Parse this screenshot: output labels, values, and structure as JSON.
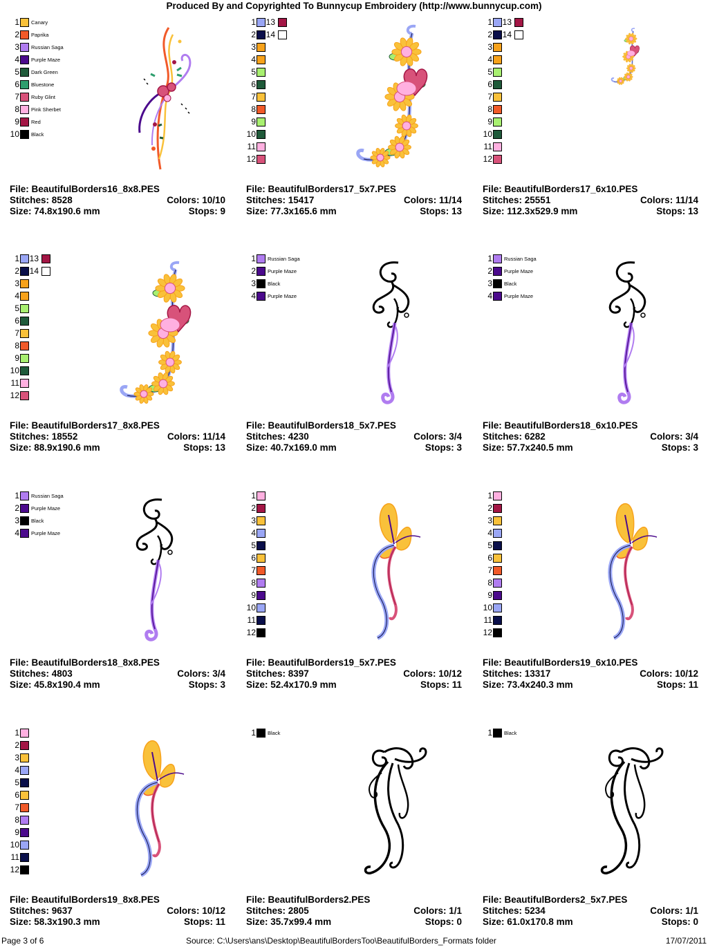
{
  "header": "Produced By and Copyrighted To Bunnycup Embroidery (http://www.bunnycup.com)",
  "labels": {
    "file": "File:",
    "stitches": "Stitches:",
    "size": "Size:",
    "colors": "Colors:",
    "stops": "Stops:"
  },
  "footer": {
    "page": "Page 3 of 6",
    "source": "Source: C:\\Users\\ans\\Desktop\\BeautifulBordersToo\\BeautifulBorders_Formats folder",
    "date": "17/07/2011"
  },
  "palette": {
    "canary": "#f9c13a",
    "paprika": "#f15a29",
    "russian_saga": "#b07cf0",
    "purple_maze": "#4b0a8c",
    "dark_green": "#1f5a3a",
    "bluestone": "#2e9e6e",
    "ruby_glint": "#d8527a",
    "pink_sherbet": "#ffb0e0",
    "red": "#a31645",
    "black": "#000000",
    "periwinkle": "#9aa6f5",
    "navy": "#0a0f4a",
    "orange": "#f7a21b",
    "lime": "#a8f070",
    "white": "#ffffff"
  },
  "designs": [
    {
      "file": "BeautifulBorders16_8x8.PES",
      "stitches": "8528",
      "colors": "10/10",
      "size": "74.8x190.6 mm",
      "stops": "9",
      "art": "floral-vine",
      "swatches": [
        {
          "n": "1",
          "c": "#f9c13a",
          "name": "Canary"
        },
        {
          "n": "2",
          "c": "#f15a29",
          "name": "Paprika"
        },
        {
          "n": "3",
          "c": "#b07cf0",
          "name": "Russian Saga"
        },
        {
          "n": "4",
          "c": "#4b0a8c",
          "name": "Purple Maze"
        },
        {
          "n": "5",
          "c": "#1f5a3a",
          "name": "Dark Green"
        },
        {
          "n": "6",
          "c": "#2e9e6e",
          "name": "Bluestone"
        },
        {
          "n": "7",
          "c": "#d8527a",
          "name": "Ruby Glint"
        },
        {
          "n": "8",
          "c": "#ffb0e0",
          "name": "Pink Sherbet"
        },
        {
          "n": "9",
          "c": "#a31645",
          "name": "Red"
        },
        {
          "n": "10",
          "c": "#000000",
          "name": "Black"
        }
      ],
      "swatches2": []
    },
    {
      "file": "BeautifulBorders17_5x7.PES",
      "stitches": "15417",
      "colors": "11/14",
      "size": "77.3x165.6 mm",
      "stops": "13",
      "art": "sunflower-heart",
      "swatches": [
        {
          "n": "1",
          "c": "#9aa6f5",
          "name": ""
        },
        {
          "n": "2",
          "c": "#0a0f4a",
          "name": ""
        },
        {
          "n": "3",
          "c": "#f7a21b",
          "name": ""
        },
        {
          "n": "4",
          "c": "#f7a21b",
          "name": ""
        },
        {
          "n": "5",
          "c": "#a8f070",
          "name": ""
        },
        {
          "n": "6",
          "c": "#1f5a3a",
          "name": ""
        },
        {
          "n": "7",
          "c": "#f9c13a",
          "name": ""
        },
        {
          "n": "8",
          "c": "#f15a29",
          "name": ""
        },
        {
          "n": "9",
          "c": "#a8f070",
          "name": ""
        },
        {
          "n": "10",
          "c": "#1f5a3a",
          "name": ""
        },
        {
          "n": "11",
          "c": "#ffb0e0",
          "name": ""
        },
        {
          "n": "12",
          "c": "#d8527a",
          "name": ""
        }
      ],
      "swatches2": [
        {
          "n": "13",
          "c": "#a31645",
          "name": ""
        },
        {
          "n": "14",
          "c": "#ffffff",
          "name": ""
        }
      ]
    },
    {
      "file": "BeautifulBorders17_6x10.PES",
      "stitches": "25551",
      "colors": "11/14",
      "size": "112.3x529.9 mm",
      "stops": "13",
      "art": "sunflower-small",
      "swatches": [
        {
          "n": "1",
          "c": "#9aa6f5",
          "name": ""
        },
        {
          "n": "2",
          "c": "#0a0f4a",
          "name": ""
        },
        {
          "n": "3",
          "c": "#f7a21b",
          "name": ""
        },
        {
          "n": "4",
          "c": "#f7a21b",
          "name": ""
        },
        {
          "n": "5",
          "c": "#a8f070",
          "name": ""
        },
        {
          "n": "6",
          "c": "#1f5a3a",
          "name": ""
        },
        {
          "n": "7",
          "c": "#f9c13a",
          "name": ""
        },
        {
          "n": "8",
          "c": "#f15a29",
          "name": ""
        },
        {
          "n": "9",
          "c": "#a8f070",
          "name": ""
        },
        {
          "n": "10",
          "c": "#1f5a3a",
          "name": ""
        },
        {
          "n": "11",
          "c": "#ffb0e0",
          "name": ""
        },
        {
          "n": "12",
          "c": "#d8527a",
          "name": ""
        }
      ],
      "swatches2": [
        {
          "n": "13",
          "c": "#a31645",
          "name": ""
        },
        {
          "n": "14",
          "c": "#ffffff",
          "name": ""
        }
      ]
    },
    {
      "file": "BeautifulBorders17_8x8.PES",
      "stitches": "18552",
      "colors": "11/14",
      "size": "88.9x190.6 mm",
      "stops": "13",
      "art": "sunflower-heart",
      "swatches": [
        {
          "n": "1",
          "c": "#9aa6f5",
          "name": ""
        },
        {
          "n": "2",
          "c": "#0a0f4a",
          "name": ""
        },
        {
          "n": "3",
          "c": "#f7a21b",
          "name": ""
        },
        {
          "n": "4",
          "c": "#f7a21b",
          "name": ""
        },
        {
          "n": "5",
          "c": "#a8f070",
          "name": ""
        },
        {
          "n": "6",
          "c": "#1f5a3a",
          "name": ""
        },
        {
          "n": "7",
          "c": "#f9c13a",
          "name": ""
        },
        {
          "n": "8",
          "c": "#f15a29",
          "name": ""
        },
        {
          "n": "9",
          "c": "#a8f070",
          "name": ""
        },
        {
          "n": "10",
          "c": "#1f5a3a",
          "name": ""
        },
        {
          "n": "11",
          "c": "#ffb0e0",
          "name": ""
        },
        {
          "n": "12",
          "c": "#d8527a",
          "name": ""
        }
      ],
      "swatches2": [
        {
          "n": "13",
          "c": "#a31645",
          "name": ""
        },
        {
          "n": "14",
          "c": "#ffffff",
          "name": ""
        }
      ]
    },
    {
      "file": "BeautifulBorders18_5x7.PES",
      "stitches": "4230",
      "colors": "3/4",
      "size": "40.7x169.0 mm",
      "stops": "3",
      "art": "swirl-purple",
      "swatches": [
        {
          "n": "1",
          "c": "#b07cf0",
          "name": "Russian Saga"
        },
        {
          "n": "2",
          "c": "#4b0a8c",
          "name": "Purple Maze"
        },
        {
          "n": "3",
          "c": "#000000",
          "name": "Black"
        },
        {
          "n": "4",
          "c": "#4b0a8c",
          "name": "Purple Maze"
        }
      ],
      "swatches2": []
    },
    {
      "file": "BeautifulBorders18_6x10.PES",
      "stitches": "6282",
      "colors": "3/4",
      "size": "57.7x240.5 mm",
      "stops": "3",
      "art": "swirl-purple",
      "swatches": [
        {
          "n": "1",
          "c": "#b07cf0",
          "name": "Russian Saga"
        },
        {
          "n": "2",
          "c": "#4b0a8c",
          "name": "Purple Maze"
        },
        {
          "n": "3",
          "c": "#000000",
          "name": "Black"
        },
        {
          "n": "4",
          "c": "#4b0a8c",
          "name": "Purple Maze"
        }
      ],
      "swatches2": []
    },
    {
      "file": "BeautifulBorders18_8x8.PES",
      "stitches": "4803",
      "colors": "3/4",
      "size": "45.8x190.4 mm",
      "stops": "3",
      "art": "swirl-purple",
      "swatches": [
        {
          "n": "1",
          "c": "#b07cf0",
          "name": "Russian Saga"
        },
        {
          "n": "2",
          "c": "#4b0a8c",
          "name": "Purple Maze"
        },
        {
          "n": "3",
          "c": "#000000",
          "name": "Black"
        },
        {
          "n": "4",
          "c": "#4b0a8c",
          "name": "Purple Maze"
        }
      ],
      "swatches2": []
    },
    {
      "file": "BeautifulBorders19_5x7.PES",
      "stitches": "8397",
      "colors": "10/12",
      "size": "52.4x170.9 mm",
      "stops": "11",
      "art": "butterfly-ribbon",
      "swatches": [
        {
          "n": "1",
          "c": "#ffb0e0",
          "name": ""
        },
        {
          "n": "2",
          "c": "#a31645",
          "name": ""
        },
        {
          "n": "3",
          "c": "#f9c13a",
          "name": ""
        },
        {
          "n": "4",
          "c": "#9aa6f5",
          "name": ""
        },
        {
          "n": "5",
          "c": "#0a0f4a",
          "name": ""
        },
        {
          "n": "6",
          "c": "#f9c13a",
          "name": ""
        },
        {
          "n": "7",
          "c": "#f15a29",
          "name": ""
        },
        {
          "n": "8",
          "c": "#b07cf0",
          "name": ""
        },
        {
          "n": "9",
          "c": "#4b0a8c",
          "name": ""
        },
        {
          "n": "10",
          "c": "#9aa6f5",
          "name": ""
        },
        {
          "n": "11",
          "c": "#0a0f4a",
          "name": ""
        },
        {
          "n": "12",
          "c": "#000000",
          "name": ""
        }
      ],
      "swatches2": []
    },
    {
      "file": "BeautifulBorders19_6x10.PES",
      "stitches": "13317",
      "colors": "10/12",
      "size": "73.4x240.3 mm",
      "stops": "11",
      "art": "butterfly-ribbon",
      "swatches": [
        {
          "n": "1",
          "c": "#ffb0e0",
          "name": ""
        },
        {
          "n": "2",
          "c": "#a31645",
          "name": ""
        },
        {
          "n": "3",
          "c": "#f9c13a",
          "name": ""
        },
        {
          "n": "4",
          "c": "#9aa6f5",
          "name": ""
        },
        {
          "n": "5",
          "c": "#0a0f4a",
          "name": ""
        },
        {
          "n": "6",
          "c": "#f9c13a",
          "name": ""
        },
        {
          "n": "7",
          "c": "#f15a29",
          "name": ""
        },
        {
          "n": "8",
          "c": "#b07cf0",
          "name": ""
        },
        {
          "n": "9",
          "c": "#4b0a8c",
          "name": ""
        },
        {
          "n": "10",
          "c": "#9aa6f5",
          "name": ""
        },
        {
          "n": "11",
          "c": "#0a0f4a",
          "name": ""
        },
        {
          "n": "12",
          "c": "#000000",
          "name": ""
        }
      ],
      "swatches2": []
    },
    {
      "file": "BeautifulBorders19_8x8.PES",
      "stitches": "9637",
      "colors": "10/12",
      "size": "58.3x190.3 mm",
      "stops": "11",
      "art": "butterfly-ribbon",
      "swatches": [
        {
          "n": "1",
          "c": "#ffb0e0",
          "name": ""
        },
        {
          "n": "2",
          "c": "#a31645",
          "name": ""
        },
        {
          "n": "3",
          "c": "#f9c13a",
          "name": ""
        },
        {
          "n": "4",
          "c": "#9aa6f5",
          "name": ""
        },
        {
          "n": "5",
          "c": "#0a0f4a",
          "name": ""
        },
        {
          "n": "6",
          "c": "#f9c13a",
          "name": ""
        },
        {
          "n": "7",
          "c": "#f15a29",
          "name": ""
        },
        {
          "n": "8",
          "c": "#b07cf0",
          "name": ""
        },
        {
          "n": "9",
          "c": "#4b0a8c",
          "name": ""
        },
        {
          "n": "10",
          "c": "#9aa6f5",
          "name": ""
        },
        {
          "n": "11",
          "c": "#0a0f4a",
          "name": ""
        },
        {
          "n": "12",
          "c": "#000000",
          "name": ""
        }
      ],
      "swatches2": []
    },
    {
      "file": "BeautifulBorders2.PES",
      "stitches": "2805",
      "colors": "1/1",
      "size": "35.7x99.4 mm",
      "stops": "0",
      "art": "swirl-black",
      "swatches": [
        {
          "n": "1",
          "c": "#000000",
          "name": "Black"
        }
      ],
      "swatches2": []
    },
    {
      "file": "BeautifulBorders2_5x7.PES",
      "stitches": "5234",
      "colors": "1/1",
      "size": "61.0x170.8 mm",
      "stops": "0",
      "art": "swirl-black",
      "swatches": [
        {
          "n": "1",
          "c": "#000000",
          "name": "Black"
        }
      ],
      "swatches2": []
    }
  ]
}
